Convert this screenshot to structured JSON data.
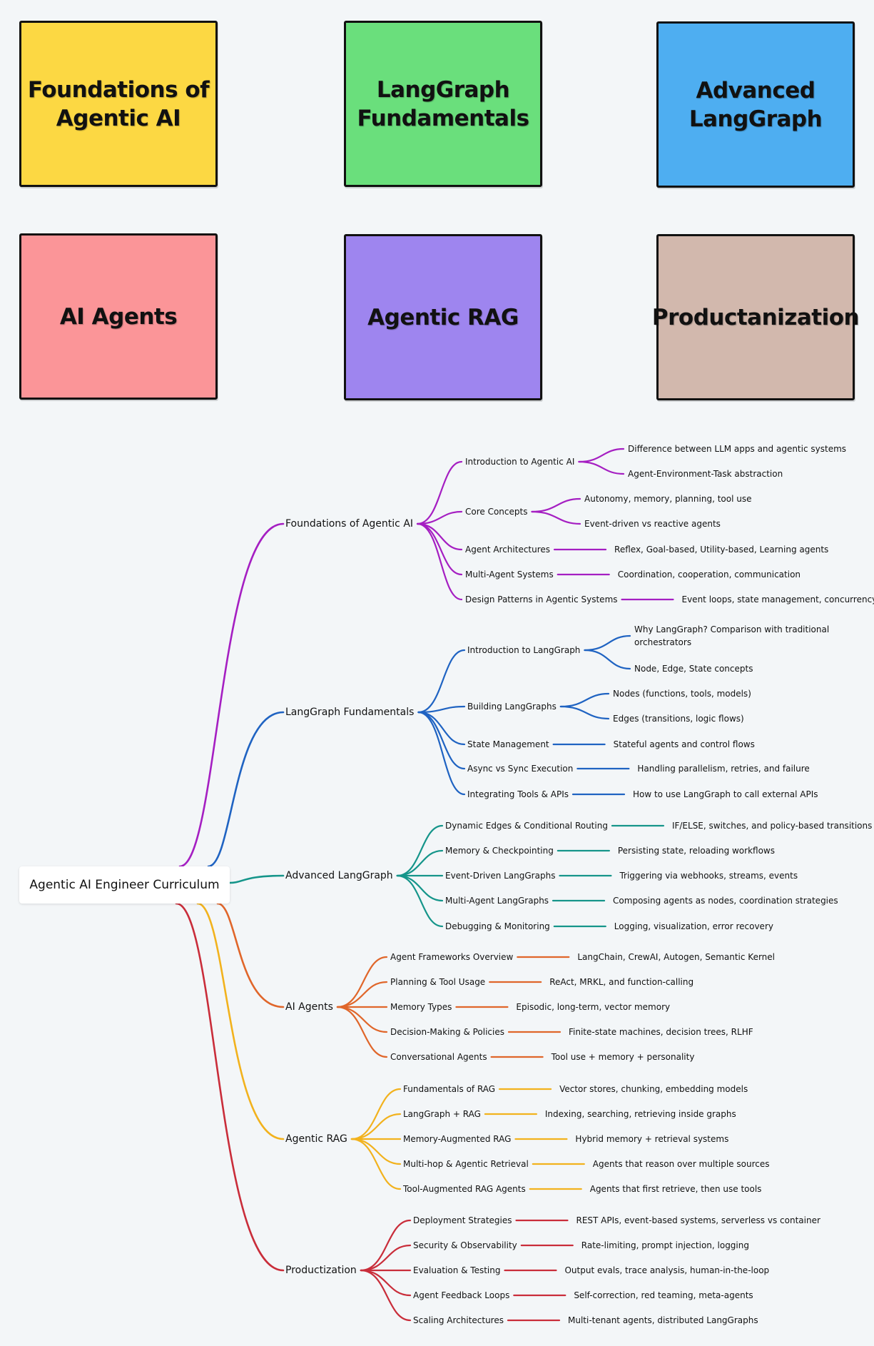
{
  "cards": [
    {
      "title": "Foundations of\nAgentic AI",
      "color": "#fcd843"
    },
    {
      "title": "LangGraph\nFundamentals",
      "color": "#6adf7c"
    },
    {
      "title": "Advanced\nLangGraph",
      "color": "#4eaef1"
    },
    {
      "title": "AI Agents",
      "color": "#fb9598"
    },
    {
      "title": "Agentic RAG",
      "color": "#9e85ef"
    },
    {
      "title": "Productanization",
      "color": "#d2b8ad"
    }
  ],
  "mindmap": {
    "root": "Agentic AI Engineer Curriculum",
    "branches": [
      {
        "label": "Foundations of Agentic AI",
        "color": "#a51fc2",
        "children": [
          {
            "label": "Introduction to Agentic AI",
            "leaves": [
              "Difference between LLM apps and agentic systems",
              "Agent-Environment-Task abstraction"
            ]
          },
          {
            "label": "Core Concepts",
            "leaves": [
              "Autonomy, memory, planning, tool use",
              "Event-driven vs reactive agents"
            ]
          },
          {
            "label": "Agent Architectures",
            "leaves": [
              "Reflex, Goal-based, Utility-based, Learning agents"
            ]
          },
          {
            "label": "Multi-Agent Systems",
            "leaves": [
              "Coordination, cooperation, communication"
            ]
          },
          {
            "label": "Design Patterns in Agentic Systems",
            "leaves": [
              "Event loops, state management, concurrency"
            ]
          }
        ]
      },
      {
        "label": "LangGraph Fundamentals",
        "color": "#1f63c2",
        "children": [
          {
            "label": "Introduction to LangGraph",
            "leaves": [
              "Why LangGraph? Comparison with traditional\norchestrators",
              "Node, Edge, State concepts"
            ]
          },
          {
            "label": "Building LangGraphs",
            "leaves": [
              "Nodes (functions, tools, models)",
              "Edges (transitions, logic flows)"
            ]
          },
          {
            "label": "State Management",
            "leaves": [
              "Stateful agents and control flows"
            ]
          },
          {
            "label": "Async vs Sync Execution",
            "leaves": [
              "Handling parallelism, retries, and failure"
            ]
          },
          {
            "label": "Integrating Tools & APIs",
            "leaves": [
              "How to use LangGraph to call external APIs"
            ]
          }
        ]
      },
      {
        "label": "Advanced LangGraph",
        "color": "#15958a",
        "children": [
          {
            "label": "Dynamic Edges & Conditional Routing",
            "leaves": [
              "IF/ELSE, switches, and policy-based transitions"
            ]
          },
          {
            "label": "Memory & Checkpointing",
            "leaves": [
              "Persisting state, reloading workflows"
            ]
          },
          {
            "label": "Event-Driven LangGraphs",
            "leaves": [
              "Triggering via webhooks, streams, events"
            ]
          },
          {
            "label": "Multi-Agent LangGraphs",
            "leaves": [
              "Composing agents as nodes, coordination strategies"
            ]
          },
          {
            "label": "Debugging & Monitoring",
            "leaves": [
              "Logging, visualization, error recovery"
            ]
          }
        ]
      },
      {
        "label": "AI Agents",
        "color": "#e0662a",
        "children": [
          {
            "label": "Agent Frameworks Overview",
            "leaves": [
              "LangChain, CrewAI, Autogen, Semantic Kernel"
            ]
          },
          {
            "label": "Planning & Tool Usage",
            "leaves": [
              "ReAct, MRKL, and function-calling"
            ]
          },
          {
            "label": "Memory Types",
            "leaves": [
              "Episodic, long-term, vector memory"
            ]
          },
          {
            "label": "Decision-Making & Policies",
            "leaves": [
              "Finite-state machines, decision trees, RLHF"
            ]
          },
          {
            "label": "Conversational Agents",
            "leaves": [
              "Tool use + memory + personality"
            ]
          }
        ]
      },
      {
        "label": "Agentic RAG",
        "color": "#f2b21d",
        "children": [
          {
            "label": "Fundamentals of RAG",
            "leaves": [
              "Vector stores, chunking, embedding models"
            ]
          },
          {
            "label": "LangGraph + RAG",
            "leaves": [
              "Indexing, searching, retrieving inside graphs"
            ]
          },
          {
            "label": "Memory-Augmented RAG",
            "leaves": [
              "Hybrid memory + retrieval systems"
            ]
          },
          {
            "label": "Multi-hop & Agentic Retrieval",
            "leaves": [
              "Agents that reason over multiple sources"
            ]
          },
          {
            "label": "Tool-Augmented RAG Agents",
            "leaves": [
              "Agents that first retrieve, then use tools"
            ]
          }
        ]
      },
      {
        "label": "Productization",
        "color": "#c92d3a",
        "children": [
          {
            "label": "Deployment Strategies",
            "leaves": [
              "REST APIs, event-based systems, serverless vs container"
            ]
          },
          {
            "label": "Security & Observability",
            "leaves": [
              "Rate-limiting, prompt injection, logging"
            ]
          },
          {
            "label": "Evaluation & Testing",
            "leaves": [
              "Output evals, trace analysis, human-in-the-loop"
            ]
          },
          {
            "label": "Agent Feedback Loops",
            "leaves": [
              "Self-correction, red teaming, meta-agents"
            ]
          },
          {
            "label": "Scaling Architectures",
            "leaves": [
              "Multi-tenant agents, distributed LangGraphs"
            ]
          }
        ]
      }
    ]
  }
}
